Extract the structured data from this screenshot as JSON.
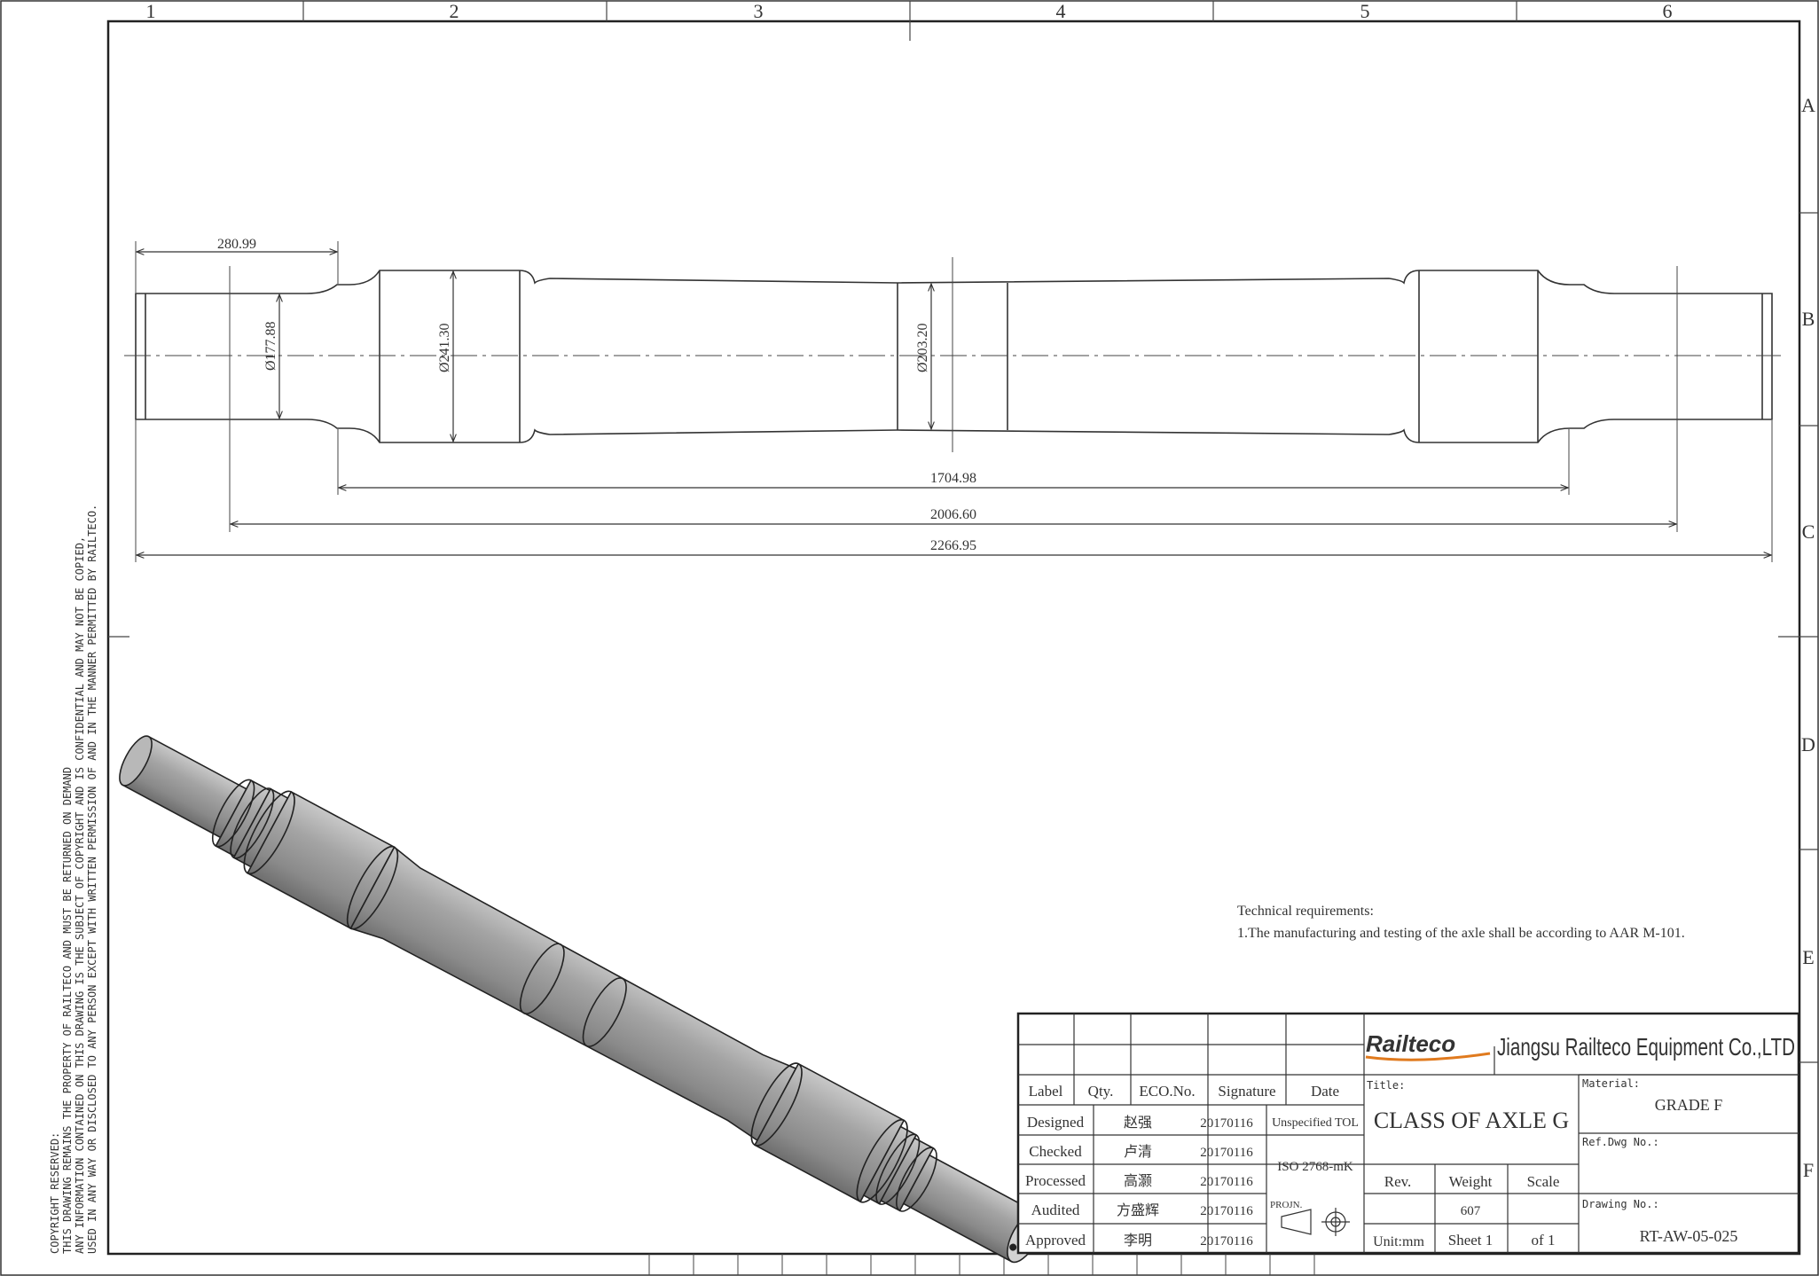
{
  "frame": {
    "zones_columns": [
      "1",
      "2",
      "3",
      "4",
      "5",
      "6"
    ],
    "zones_rows": [
      "A",
      "B",
      "C",
      "D",
      "E",
      "F"
    ]
  },
  "copyright": [
    "COPYRIGHT RESERVED:",
    "THIS DRAWING REMAINS THE PROPERTY OF RAILTECO AND MUST BE RETURNED ON DEMAND",
    "ANY INFORMATION CONTAINED ON THIS DRAWING IS THE SUBJECT OF COPYRIGHT AND IS CONFIDENTIAL AND MAY NOT BE COPIED,",
    "USED IN ANY WAY OR DISCLOSED TO ANY PERSON EXCEPT WITH WRITTEN PERMISSION OF AND IN THE MANNER PERMITTED BY RAILTECO."
  ],
  "dimensions": {
    "journal_length": "280.99",
    "journal_dia": "Ø177.88",
    "wheel_seat_dia": "Ø241.30",
    "center_dia": "Ø203.20",
    "len_1": "1704.98",
    "len_2": "2006.60",
    "len_3": "2266.95"
  },
  "notes": {
    "heading": "Technical requirements:",
    "item_1": "1.The manufacturing and testing of the axle shall  be according to AAR M-101."
  },
  "title_block": {
    "logo": "Railteco",
    "company": "Jiangsu Railteco Equipment Co.,LTD",
    "header": {
      "label": "Label",
      "qty": "Qty.",
      "eco": "ECO.No.",
      "signature": "Signature",
      "date": "Date"
    },
    "rows": [
      {
        "role": "Designed",
        "name": "赵强",
        "date": "20170116"
      },
      {
        "role": "Checked",
        "name": "卢清",
        "date": "20170116"
      },
      {
        "role": "Processed",
        "name": "高灏",
        "date": "20170116"
      },
      {
        "role": "Audited",
        "name": "方盛辉",
        "date": "20170116"
      },
      {
        "role": "Approved",
        "name": "李明",
        "date": "20170116"
      }
    ],
    "unspecified_tol": "Unspecified TOL",
    "iso": "ISO 2768-mK",
    "projn": "PROJN.",
    "title_label": "Title:",
    "title": "CLASS OF AXLE G",
    "material_label": "Material:",
    "material": "GRADE F",
    "ref_label": "Ref.Dwg No.:",
    "rev_label": "Rev.",
    "weight_label": "Weight",
    "scale_label": "Scale",
    "weight": "607",
    "unit": "Unit:mm",
    "sheet": "Sheet 1",
    "of": "of  1",
    "drawing_label": "Drawing No.:",
    "drawing_no": "RT-AW-05-025"
  }
}
